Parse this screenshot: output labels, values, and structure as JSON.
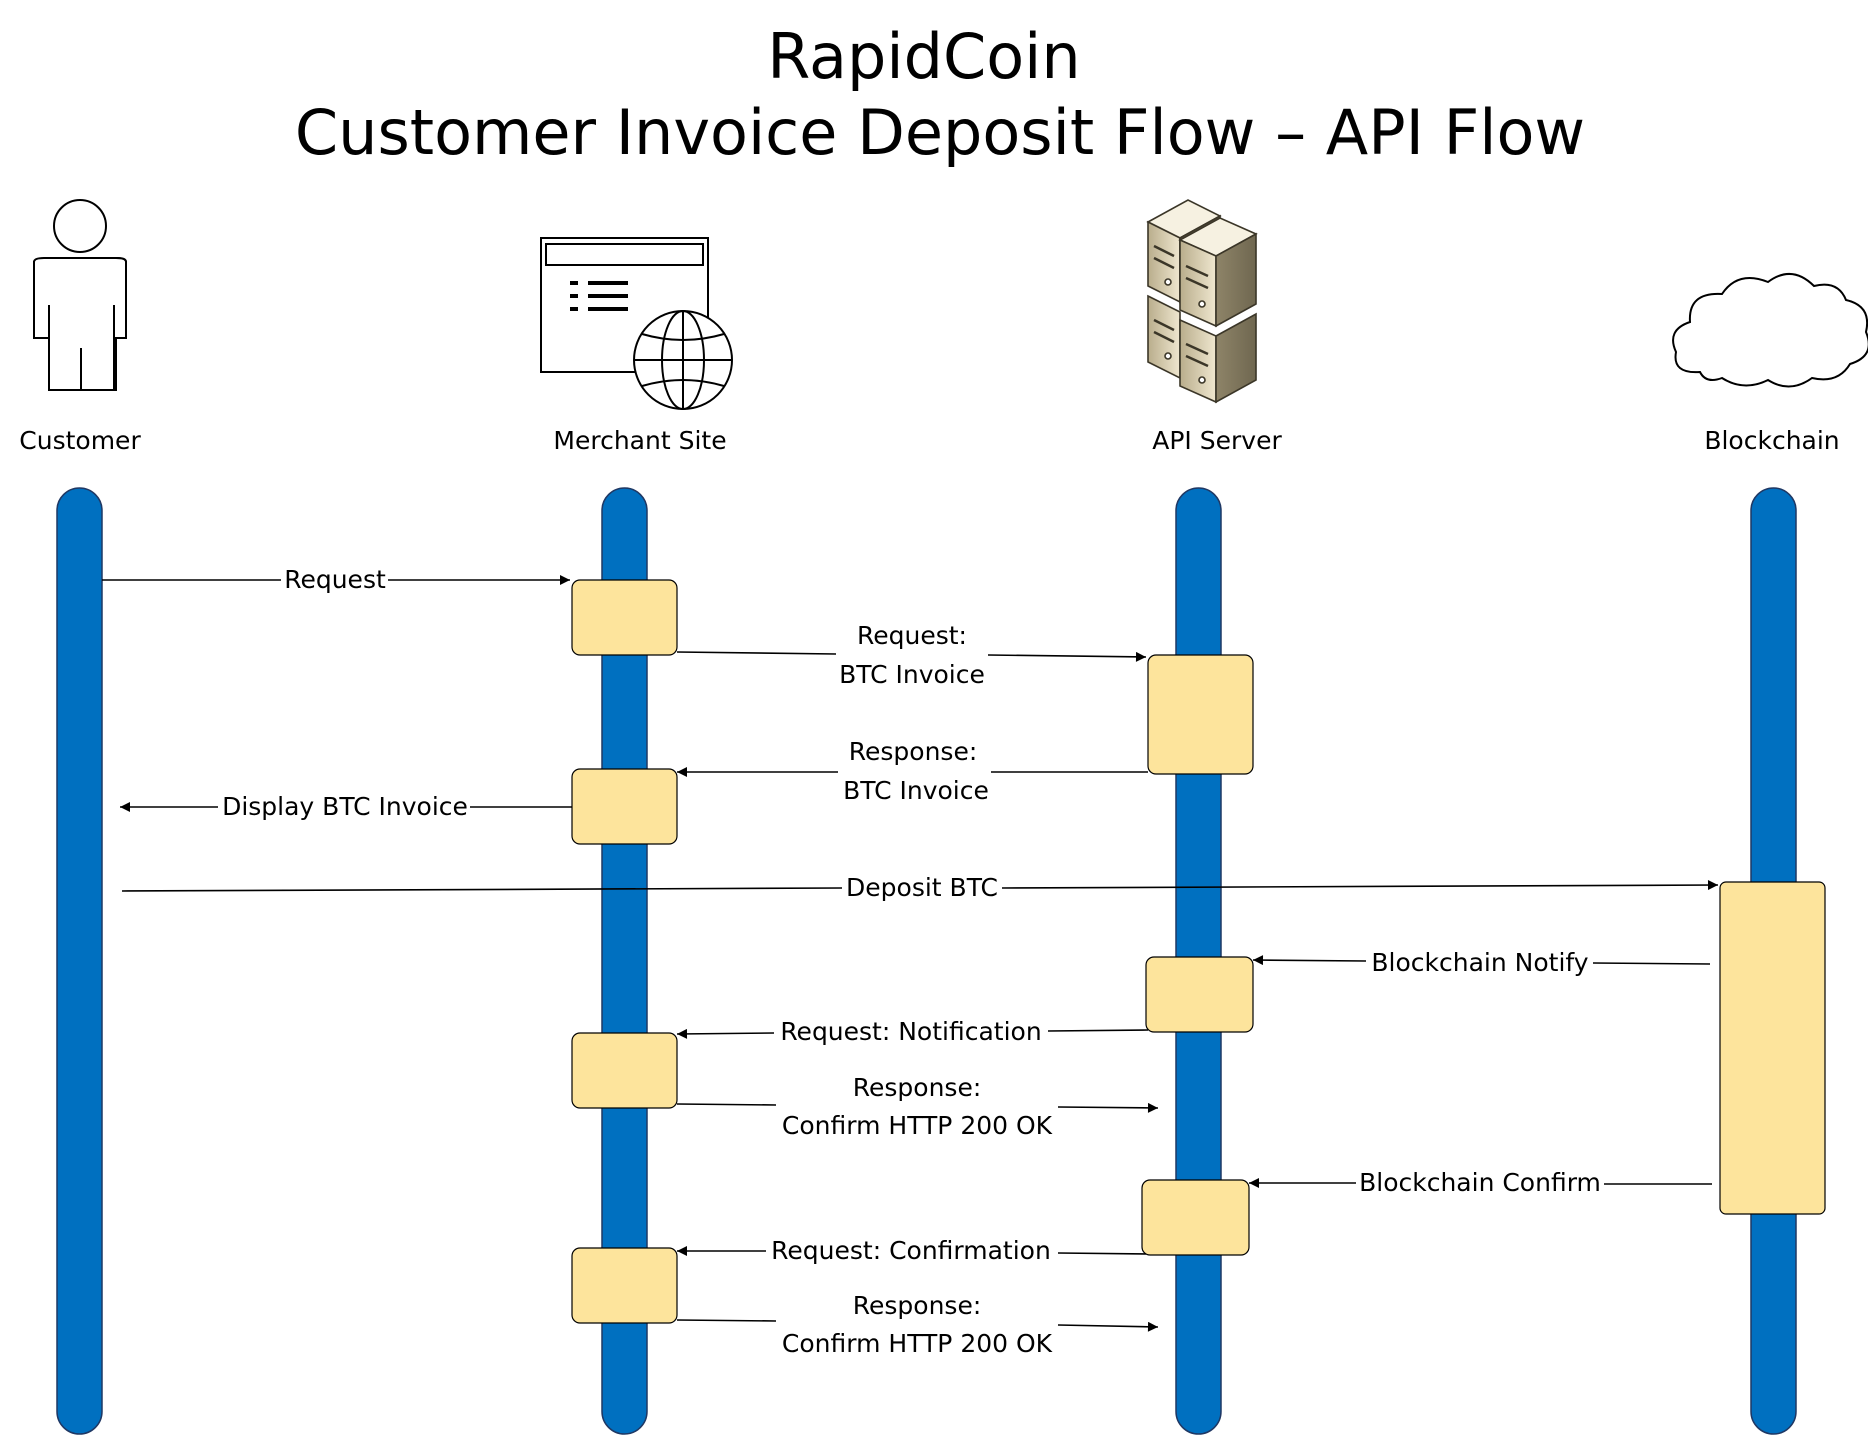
{
  "title": {
    "line1": "RapidCoin",
    "line2": "Customer Invoice Deposit Flow – API Flow"
  },
  "actors": [
    {
      "id": "customer",
      "label": "Customer",
      "icon": "person-icon"
    },
    {
      "id": "merchant",
      "label": "Merchant Site",
      "icon": "website-globe-icon"
    },
    {
      "id": "api",
      "label": "API Server",
      "icon": "server-stack-icon"
    },
    {
      "id": "blockchain",
      "label": "Blockchain",
      "icon": "cloud-icon"
    }
  ],
  "messages": [
    {
      "id": "request",
      "from": "customer",
      "to": "merchant",
      "lines": [
        "Request"
      ]
    },
    {
      "id": "request-btc-invoice",
      "from": "merchant",
      "to": "api",
      "lines": [
        "Request:",
        "BTC Invoice"
      ]
    },
    {
      "id": "response-btc-invoice",
      "from": "api",
      "to": "merchant",
      "lines": [
        "Response:",
        "BTC Invoice"
      ]
    },
    {
      "id": "display-btc-invoice",
      "from": "merchant",
      "to": "customer",
      "lines": [
        "Display BTC Invoice"
      ]
    },
    {
      "id": "deposit-btc",
      "from": "customer",
      "to": "blockchain",
      "lines": [
        "Deposit BTC"
      ]
    },
    {
      "id": "blockchain-notify",
      "from": "blockchain",
      "to": "api",
      "lines": [
        "Blockchain Notify"
      ]
    },
    {
      "id": "request-notification",
      "from": "api",
      "to": "merchant",
      "lines": [
        "Request: Notification"
      ]
    },
    {
      "id": "response-confirm-1",
      "from": "merchant",
      "to": "api",
      "lines": [
        "Response:",
        "Confirm HTTP 200 OK"
      ]
    },
    {
      "id": "blockchain-confirm",
      "from": "blockchain",
      "to": "api",
      "lines": [
        "Blockchain Confirm"
      ]
    },
    {
      "id": "request-confirmation",
      "from": "api",
      "to": "merchant",
      "lines": [
        "Request: Confirmation"
      ]
    },
    {
      "id": "response-confirm-2",
      "from": "merchant",
      "to": "api",
      "lines": [
        "Response:",
        "Confirm HTTP 200 OK"
      ]
    }
  ],
  "colors": {
    "lifeline": "#0070c0",
    "activation": "#fde49c",
    "line": "#000000"
  }
}
